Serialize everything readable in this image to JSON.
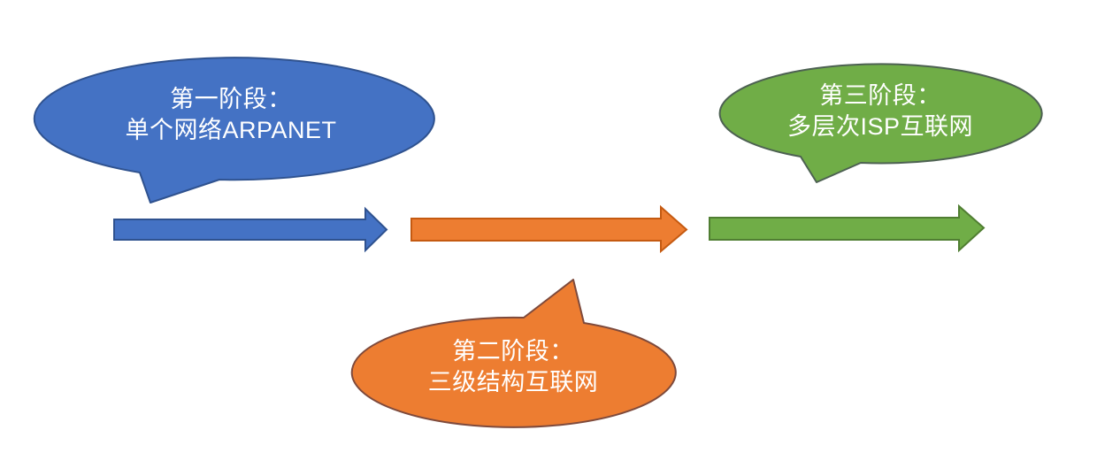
{
  "diagram": {
    "background": "#FFFFFF",
    "description_type": "timeline-with-speech-bubbles",
    "stages": [
      {
        "id": "stage-1",
        "label_line1": "第一阶段：",
        "label_line2": "单个网络ARPANET",
        "fill": "#4472C4",
        "stroke": "#2F528F",
        "text_color": "#FFFFFF",
        "callout_position": "top-left",
        "tail_direction": "down-left"
      },
      {
        "id": "stage-2",
        "label_line1": "第二阶段：",
        "label_line2": "三级结构互联网",
        "fill": "#ED7D31",
        "stroke": "#7E4A3C",
        "text_color": "#FFFFFF",
        "callout_position": "bottom-center",
        "tail_direction": "up"
      },
      {
        "id": "stage-3",
        "label_line1": "第三阶段：",
        "label_line2": "多层次ISP互联网",
        "fill": "#70AD47",
        "stroke": "#4D6152",
        "text_color": "#FFFFFF",
        "callout_position": "top-right",
        "tail_direction": "down-left"
      }
    ],
    "arrows": [
      {
        "id": "arrow-1",
        "direction": "right",
        "fill": "#4472C4",
        "stroke": "#2F528F"
      },
      {
        "id": "arrow-2",
        "direction": "right",
        "fill": "#ED7D31",
        "stroke": "#C55A11"
      },
      {
        "id": "arrow-3",
        "direction": "right",
        "fill": "#70AD47",
        "stroke": "#507E32"
      }
    ]
  }
}
